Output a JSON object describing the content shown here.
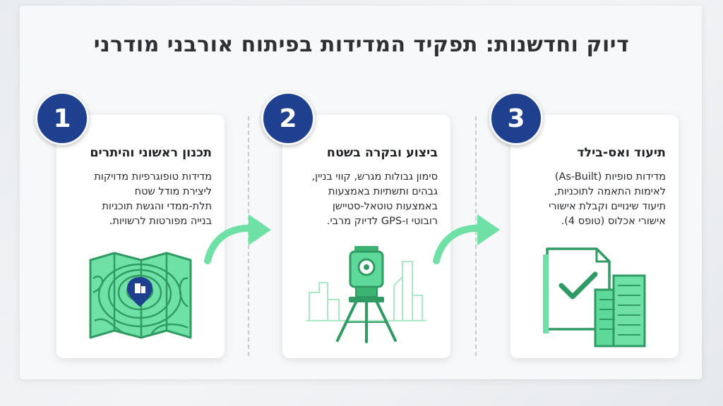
{
  "title": "דיוק וחדשנות: תפקיד המדידות בפיתוח אורבני מודרני",
  "steps": [
    {
      "number": "1",
      "heading": "תכנון ראשוני והיתרים",
      "body": "מדידות טופוגרפיות מדויקות\nליצירת מודל שטח\nתלת-ממדי והגשת תוכניות\nבנייה מפורטות לרשויות.",
      "icon": "topographic-map-icon"
    },
    {
      "number": "2",
      "heading": "ביצוע ובקרה בשטח",
      "body": "סימון גבולות מגרש, קווי בניין,\nגבהים ותשתיות באמצעות\nבאמצעות טוטאל-סטיישן\nרובוטי ו-GPS לדיוק מרבי.",
      "icon": "total-station-icon"
    },
    {
      "number": "3",
      "heading": "תיעוד ואס-בילד",
      "body": "מדידות סופיות (As-Built)\nלאימות התאמה לתוכניות,\nתיעוד שינויים וקבלת אישורי\nאישורי אכלוס (טופס 4).",
      "icon": "approved-document-building-icon"
    }
  ],
  "colors": {
    "badge": "#1f3f8f",
    "accent_green": "#5ed99a",
    "icon_green": "#3cb371"
  }
}
